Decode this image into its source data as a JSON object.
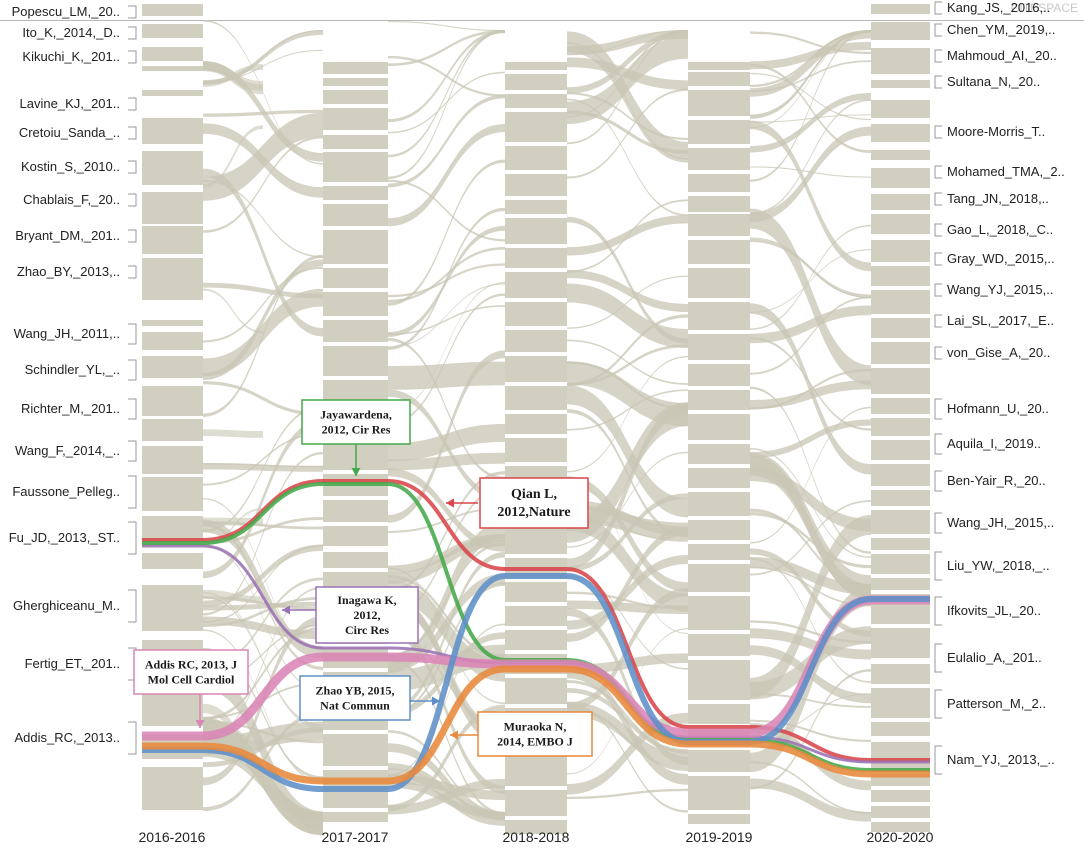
{
  "watermark": "CITESPACE",
  "chart_data": {
    "type": "alluvial",
    "time_slices": [
      "2016-2016",
      "2017-2017",
      "2018-2018",
      "2019-2019",
      "2020-2020"
    ],
    "left_labels": [
      "Popescu_LM,_20..",
      "Ito_K,_2014,_D..",
      "Kikuchi_K,_201..",
      "Lavine_KJ,_201..",
      "Cretoiu_Sanda_..",
      "Kostin_S,_2010..",
      "Chablais_F,_20..",
      "Bryant_DM,_201..",
      "Zhao_BY,_2013,..",
      "Wang_JH,_2011,..",
      "Schindler_YL,_..",
      "Richter_M,_201..",
      "Wang_F,_2014,_..",
      "Faussone_Pelleg..",
      "Fu_JD,_2013,_ST..",
      "Gherghiceanu_M..",
      "Fertig_ET,_201..",
      "Addis_RC,_2013.."
    ],
    "right_labels": [
      "Kang_JS,_2016,..",
      "Chen_YM,_2019,..",
      "Mahmoud_AI,_20..",
      "Sultana_N,_20..",
      "Moore-Morris_T..",
      "Mohamed_TMA,_2..",
      "Tang_JN,_2018,..",
      "Gao_L,_2018,_C..",
      "Gray_WD,_2015,..",
      "Wang_YJ,_2015,..",
      "Lai_SL,_2017,_E..",
      "von_Gise_A,_20..",
      "Hofmann_U,_20..",
      "Aquila_I,_2019..",
      "Ben-Yair_R,_20..",
      "Wang_JH,_2015,..",
      "Liu_YW,_2018,_..",
      "Ifkovits_JL,_20..",
      "Eulalio_A,_201..",
      "Patterson_M,_2..",
      "Nam_YJ,_2013,_.."
    ],
    "highlighted_streams": [
      {
        "name": "Qian L, 2012, Nature",
        "color": "#d9464a"
      },
      {
        "name": "Inagawa K, 2012, Circ Res",
        "color": "#9b72b5"
      },
      {
        "name": "Jayawardena, 2012, Cir Res",
        "color": "#44a84a"
      },
      {
        "name": "Addis RC, 2013, J Mol Cell Cardiol",
        "color": "#d985b5"
      },
      {
        "name": "Zhao YB, 2015, Nat Commun",
        "color": "#5f8fc8"
      },
      {
        "name": "Muraoka N, 2014, EMBO J",
        "color": "#e8893c"
      }
    ],
    "annotations": [
      {
        "id": "jayawardena",
        "lines": [
          "Jayawardena,",
          "2012, Cir Res"
        ],
        "color": "#44a84a"
      },
      {
        "id": "qian",
        "lines": [
          "Qian L,",
          "2012,Nature"
        ],
        "color": "#d9464a"
      },
      {
        "id": "inagawa",
        "lines": [
          "Inagawa K,",
          "2012,",
          "Circ Res"
        ],
        "color": "#9b72b5"
      },
      {
        "id": "addis",
        "lines": [
          "Addis RC, 2013, J",
          "Mol Cell Cardiol"
        ],
        "color": "#d985b5"
      },
      {
        "id": "zhao",
        "lines": [
          "Zhao YB, 2015,",
          "Nat Commun"
        ],
        "color": "#5f8fc8"
      },
      {
        "id": "muraoka",
        "lines": [
          "Muraoka N,",
          "2014, EMBO J"
        ],
        "color": "#e8893c"
      }
    ],
    "background_flow_color": "#c8c6b4",
    "block_color": "#d1cfbf",
    "colors": {
      "red": "#d9464a",
      "purple": "#9b72b5",
      "green": "#44a84a",
      "pink": "#d985b5",
      "blue": "#5f8fc8",
      "orange": "#e8893c"
    }
  }
}
